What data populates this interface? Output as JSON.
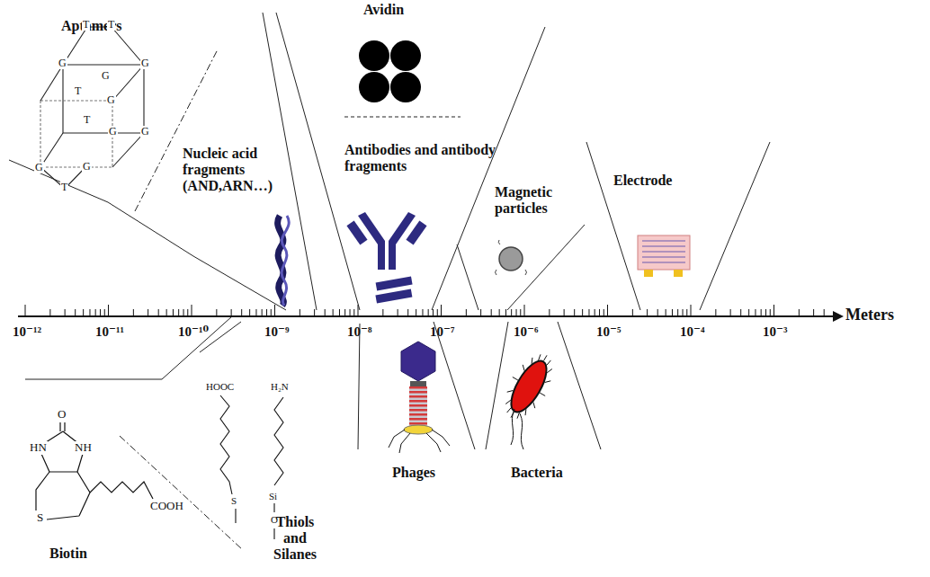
{
  "diagram": {
    "labels": [
      "Aptamers",
      "T",
      "T",
      "G",
      "G",
      "G",
      "T",
      "G",
      "T",
      "G",
      "G",
      "G",
      "G",
      "T",
      "Avidin",
      "Nucleic acid fragments (AND,ARN…)",
      "Antibodies and antibody fragments",
      "Magnetic particles",
      "Electrode",
      "Meters",
      "10⁻¹²",
      "10⁻¹¹",
      "10⁻¹⁰",
      "10⁻⁹",
      "10⁻⁸",
      "10⁻⁷",
      "10⁻⁶",
      "10⁻⁵",
      "10⁻⁴",
      "10⁻³",
      "HOOC",
      "S",
      "H₂N",
      "Si",
      "O",
      "HN",
      "NH",
      "O",
      "S",
      "COOH",
      "Biotin",
      "Phages",
      "Bacteria",
      "Thiols and Silanes"
    ]
  }
}
